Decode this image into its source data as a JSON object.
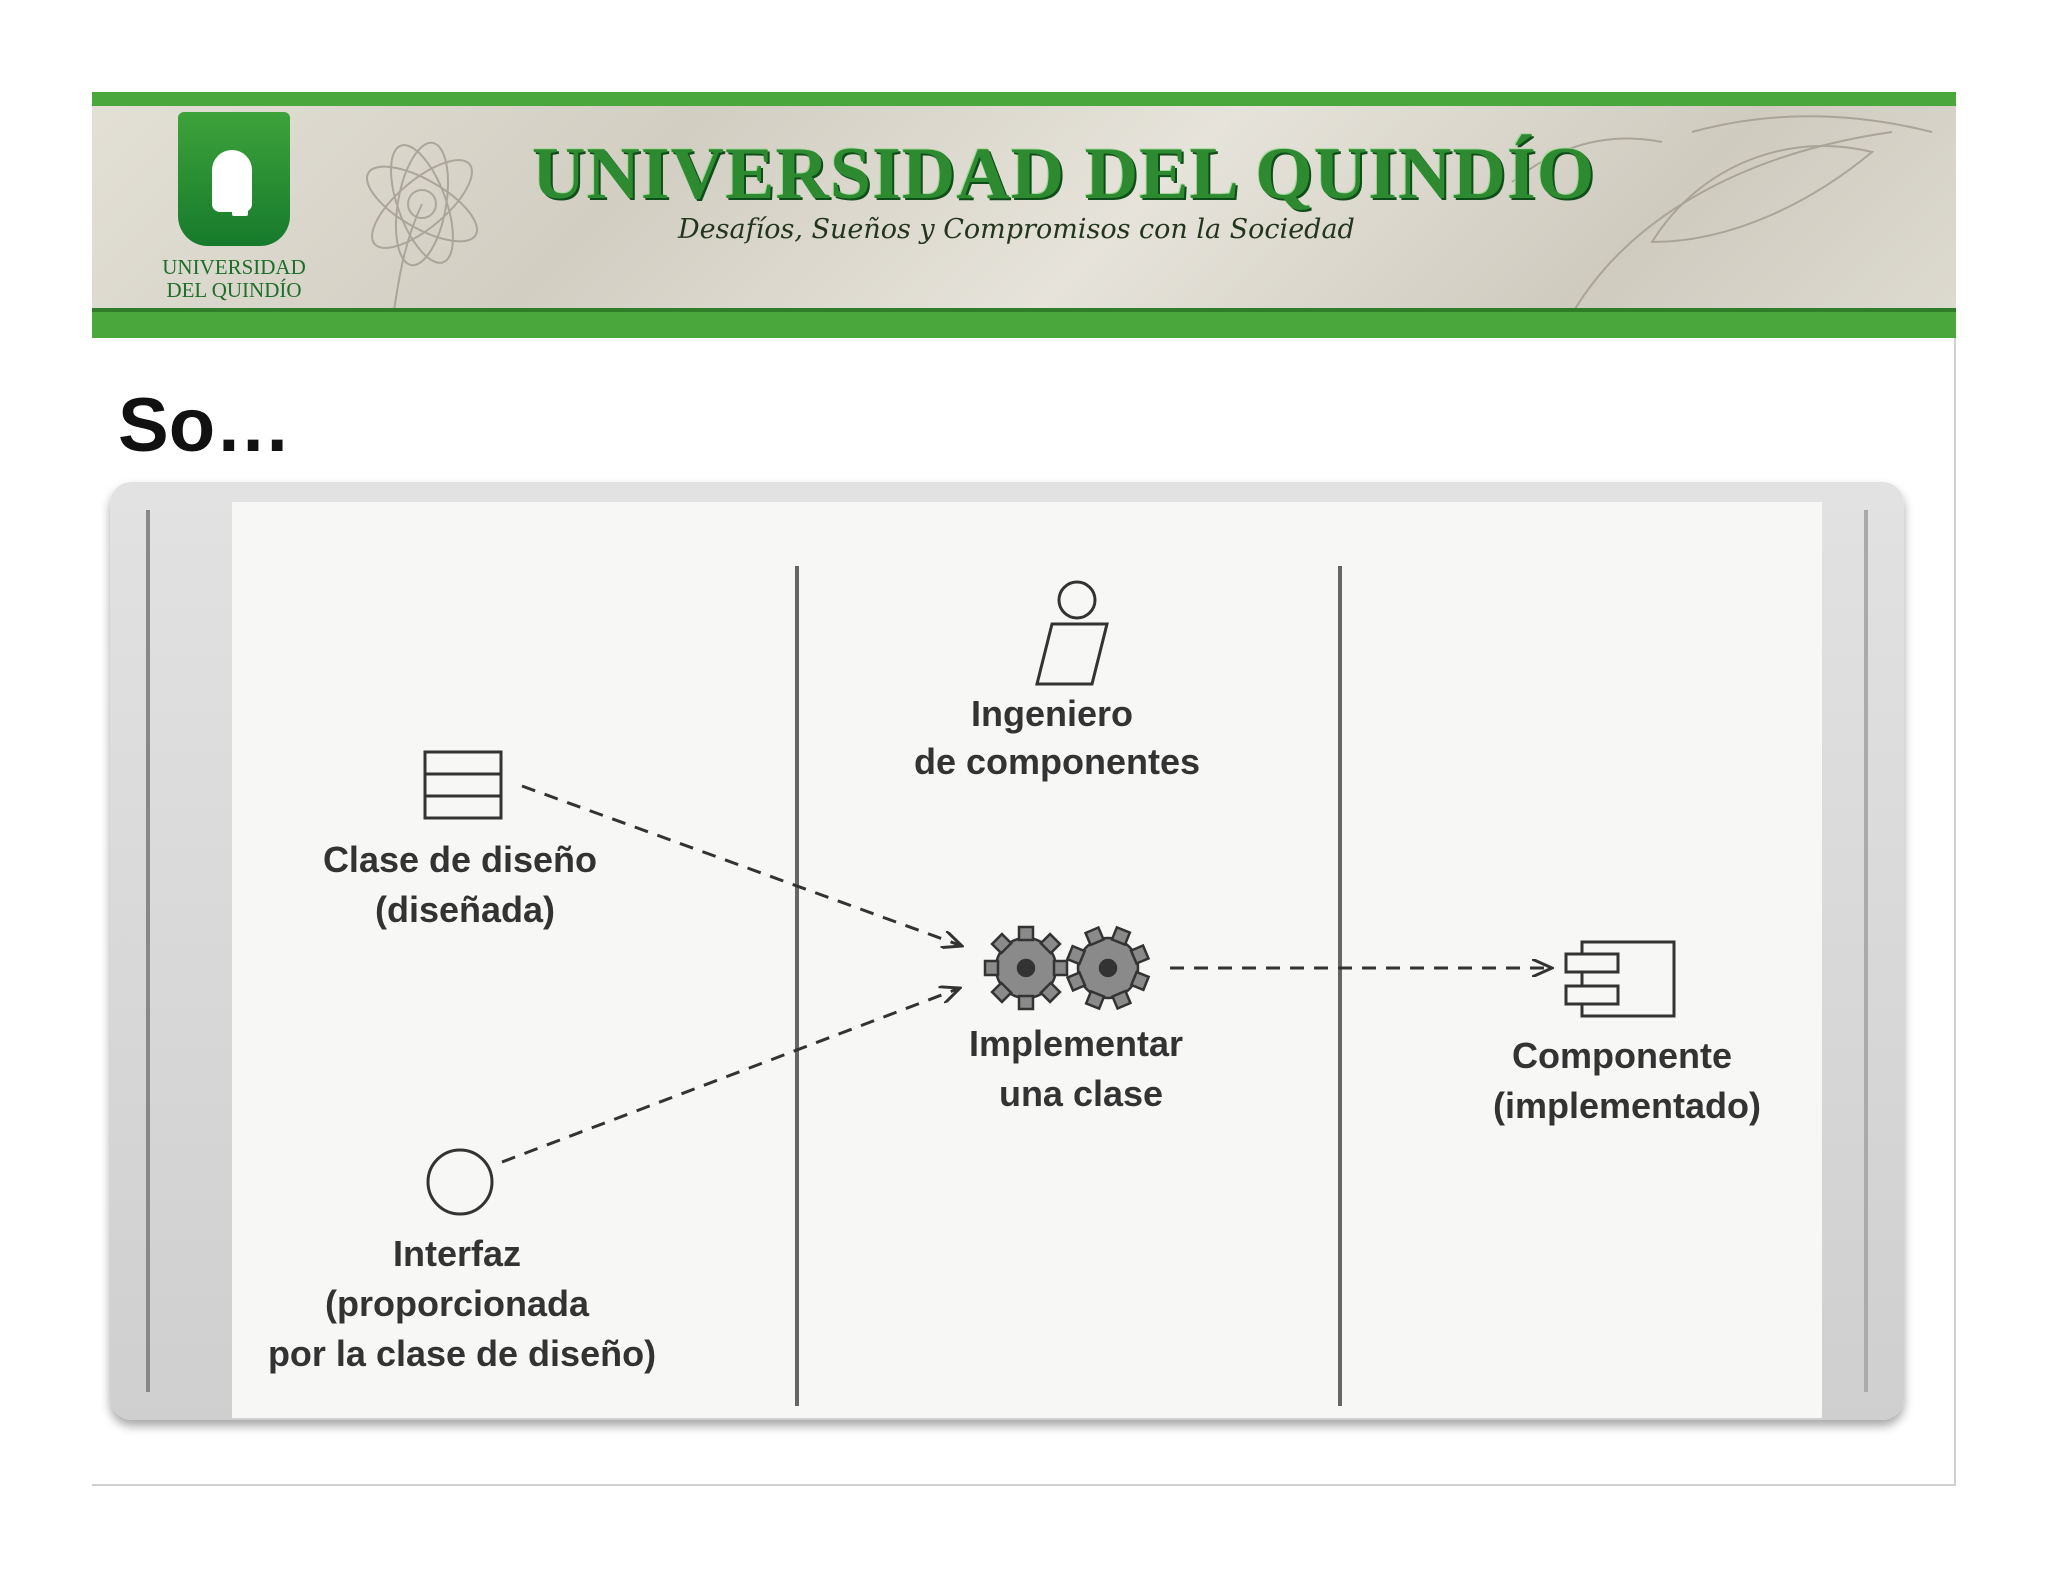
{
  "banner": {
    "logo_caption_line1": "UNIVERSIDAD",
    "logo_caption_line2": "DEL QUINDÍO",
    "title": "UNIVERSIDAD DEL QUINDÍO",
    "subtitle": "Desafíos, Sueños y Compromisos con la Sociedad",
    "brand_color": "#4aa73b",
    "title_color": "#2e8a30"
  },
  "slide": {
    "heading": "So…"
  },
  "diagram": {
    "worker": {
      "label_line1": "Ingeniero",
      "label_line2": "de componentes",
      "icon": "worker-icon"
    },
    "inputs": [
      {
        "label_lines": [
          "Clase de diseño",
          "(diseñada)"
        ],
        "icon": "class-icon"
      },
      {
        "label_lines": [
          "Interfaz",
          "(proporcionada",
          "por la clase de diseño)"
        ],
        "icon": "interface-icon"
      }
    ],
    "activity": {
      "label_lines": [
        "Implementar",
        "una clase"
      ],
      "icon": "gears-icon"
    },
    "output": {
      "label_lines": [
        "Componente",
        "(implementado)"
      ],
      "icon": "component-icon"
    }
  }
}
